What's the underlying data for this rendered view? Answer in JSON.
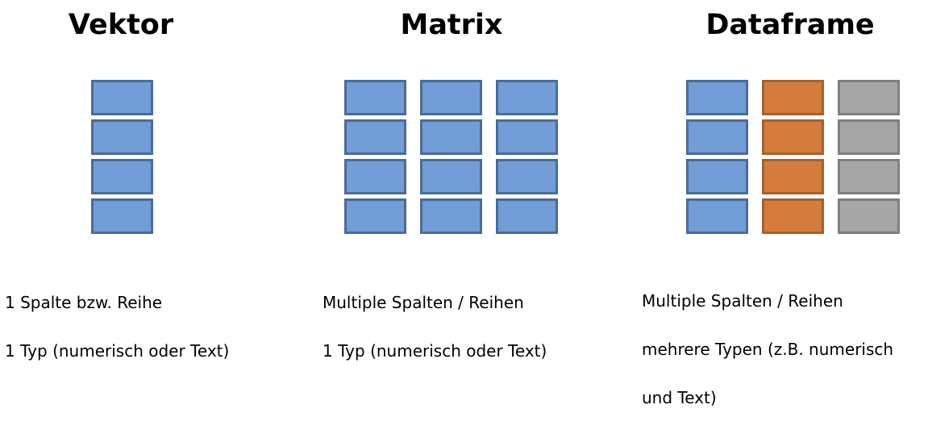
{
  "vektor": {
    "title": "Vektor",
    "lines": [
      "1 Spalte bzw. Reihe",
      "1 Typ (numerisch oder Text)"
    ],
    "columns": [
      "blue"
    ],
    "rows": 4
  },
  "matrix": {
    "title": "Matrix",
    "lines": [
      "Multiple Spalten / Reihen",
      "1 Typ (numerisch oder Text)"
    ],
    "columns": [
      "blue",
      "blue",
      "blue"
    ],
    "rows": 4
  },
  "dataframe": {
    "title": "Dataframe",
    "lines": [
      "Multiple Spalten / Reihen",
      "mehrere Typen (z.B. numerisch",
      "und Text)"
    ],
    "columns": [
      "blue",
      "orange",
      "gray"
    ],
    "rows": 4
  },
  "colors": {
    "blue": "#729dd6",
    "orange": "#d47c3b",
    "gray": "#a6a6a6"
  }
}
